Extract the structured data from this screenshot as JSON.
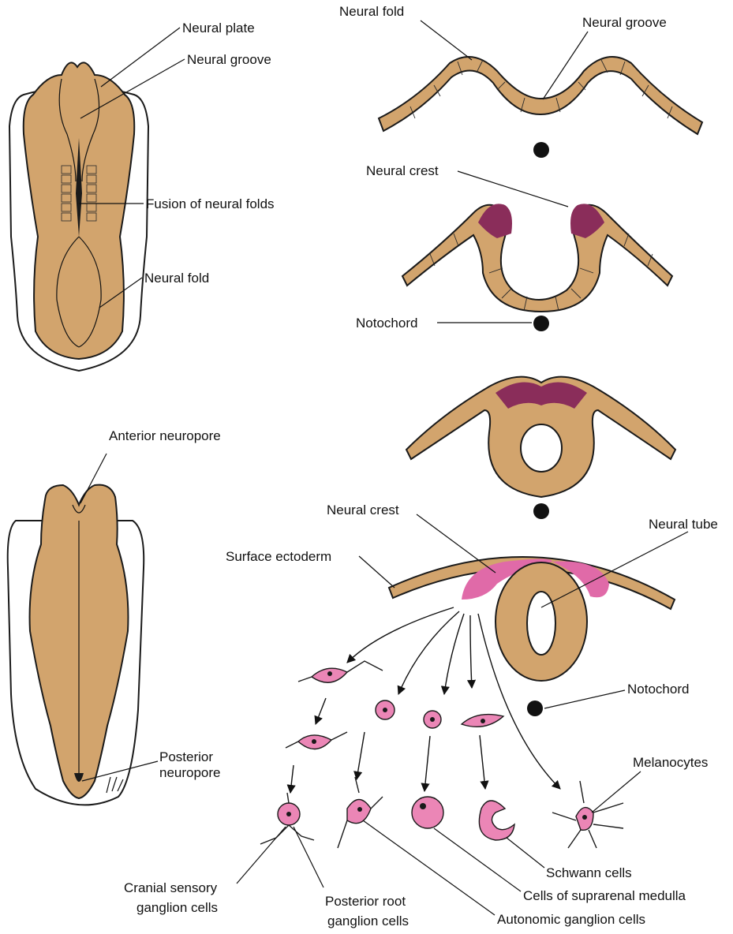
{
  "colors": {
    "tissue": "#d2a46d",
    "neural_crest": "#e06aa8",
    "neural_crest_dark": "#8a2d5a",
    "cell": "#eb86b6",
    "outline": "#1a1a1a"
  },
  "labels": {
    "neural_plate": "Neural plate",
    "neural_groove_left": "Neural groove",
    "fusion_of_neural_folds": "Fusion of neural folds",
    "neural_fold_left": "Neural fold",
    "anterior_neuropore": "Anterior neuropore",
    "posterior_neuropore_line1": "Posterior",
    "posterior_neuropore_line2": "neuropore",
    "neural_fold_top": "Neural fold",
    "neural_groove_top": "Neural groove",
    "neural_crest_upper": "Neural crest",
    "notochord_upper": "Notochord",
    "neural_crest_lower": "Neural crest",
    "neural_tube": "Neural tube",
    "surface_ectoderm": "Surface ectoderm",
    "notochord_lower": "Notochord",
    "melanocytes": "Melanocytes",
    "schwann_cells": "Schwann cells",
    "suprarenal_medulla": "Cells of suprarenal medulla",
    "autonomic_ganglion": "Autonomic ganglion cells",
    "cranial_sensory_line1": "Cranial sensory",
    "cranial_sensory_line2": "ganglion cells",
    "posterior_root_line1": "Posterior root",
    "posterior_root_line2": "ganglion cells"
  }
}
